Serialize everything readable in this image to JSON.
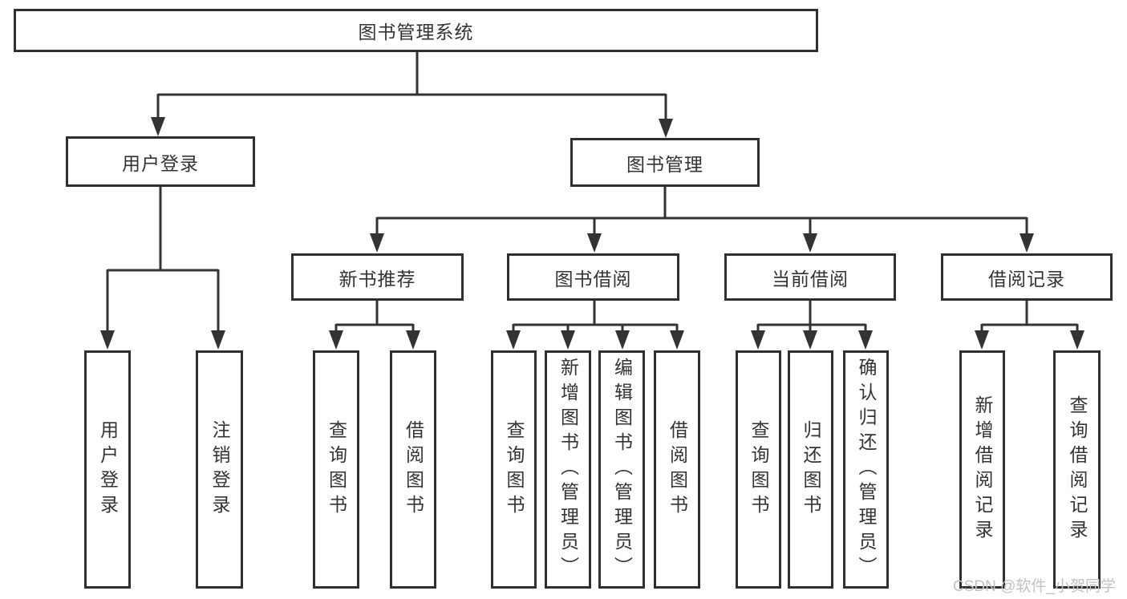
{
  "tree": {
    "label": "图书管理系统",
    "children": [
      {
        "label": "用户登录",
        "children": [
          {
            "label": "用户登录"
          },
          {
            "label": "注销登录"
          }
        ]
      },
      {
        "label": "图书管理",
        "children": [
          {
            "label": "新书推荐",
            "children": [
              {
                "label": "查询图书"
              },
              {
                "label": "借阅图书"
              }
            ]
          },
          {
            "label": "图书借阅",
            "children": [
              {
                "label": "查询图书"
              },
              {
                "label": "新增图书（管理员）"
              },
              {
                "label": "编辑图书（管理员）"
              },
              {
                "label": "借阅图书"
              }
            ]
          },
          {
            "label": "当前借阅",
            "children": [
              {
                "label": "查询图书"
              },
              {
                "label": "归还图书"
              },
              {
                "label": "确认归还（管理员）"
              }
            ]
          },
          {
            "label": "借阅记录",
            "children": [
              {
                "label": "新增借阅记录"
              },
              {
                "label": "查询借阅记录"
              }
            ]
          }
        ]
      }
    ]
  },
  "watermark": {
    "text": "CSDN @软件_小贺同学"
  },
  "colors": {
    "line": "#333333",
    "box_border": "#2f2f2f",
    "text": "#333333",
    "watermark": "#c2c2c2",
    "background": "#ffffff"
  }
}
